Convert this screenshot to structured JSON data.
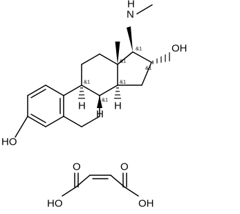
{
  "molecule": {
    "atoms": {
      "oh_3": "HO",
      "oh_16": "OH",
      "nh_17": "N",
      "nh_17_h": "H",
      "h_9": "H",
      "h_8": "H",
      "h_14": "H",
      "maleic_oh_left": "HO",
      "maleic_oh_right": "OH",
      "maleic_o_left": "O",
      "maleic_o_right": "O"
    },
    "stereo": {
      "c9": "&1",
      "c8": "&1",
      "c13": "&1",
      "c14": "&1",
      "c17": "&1",
      "c16": "&1"
    }
  }
}
